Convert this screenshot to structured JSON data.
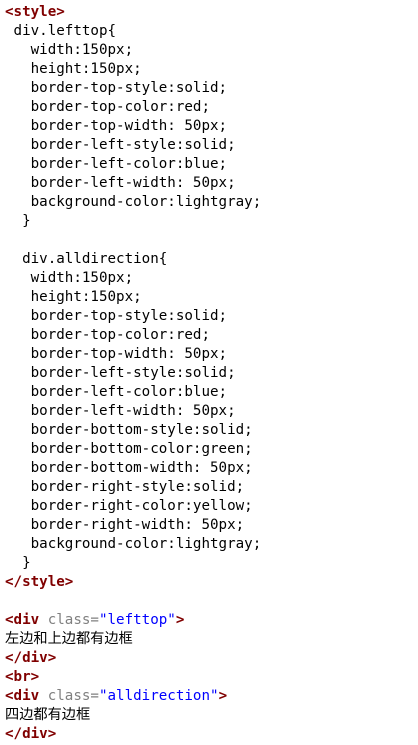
{
  "code": {
    "lines": [
      {
        "parts": [
          {
            "t": "<style>",
            "c": "tag"
          }
        ]
      },
      {
        "parts": [
          {
            "t": " div.lefttop{",
            "c": "txt"
          }
        ]
      },
      {
        "parts": [
          {
            "t": "   width:150px;",
            "c": "txt"
          }
        ]
      },
      {
        "parts": [
          {
            "t": "   height:150px;",
            "c": "txt"
          }
        ]
      },
      {
        "parts": [
          {
            "t": "   border-top-style:solid;",
            "c": "txt"
          }
        ]
      },
      {
        "parts": [
          {
            "t": "   border-top-color:red;",
            "c": "txt"
          }
        ]
      },
      {
        "parts": [
          {
            "t": "   border-top-width: 50px;",
            "c": "txt"
          }
        ]
      },
      {
        "parts": [
          {
            "t": "   border-left-style:solid;",
            "c": "txt"
          }
        ]
      },
      {
        "parts": [
          {
            "t": "   border-left-color:blue;",
            "c": "txt"
          }
        ]
      },
      {
        "parts": [
          {
            "t": "   border-left-width: 50px;",
            "c": "txt"
          }
        ]
      },
      {
        "parts": [
          {
            "t": "   background-color:lightgray;",
            "c": "txt"
          }
        ]
      },
      {
        "parts": [
          {
            "t": "  }",
            "c": "txt"
          }
        ]
      },
      {
        "parts": [
          {
            "t": "",
            "c": "txt"
          }
        ]
      },
      {
        "parts": [
          {
            "t": "  div.alldirection{",
            "c": "txt"
          }
        ]
      },
      {
        "parts": [
          {
            "t": "   width:150px;",
            "c": "txt"
          }
        ]
      },
      {
        "parts": [
          {
            "t": "   height:150px;",
            "c": "txt"
          }
        ]
      },
      {
        "parts": [
          {
            "t": "   border-top-style:solid;",
            "c": "txt"
          }
        ]
      },
      {
        "parts": [
          {
            "t": "   border-top-color:red;",
            "c": "txt"
          }
        ]
      },
      {
        "parts": [
          {
            "t": "   border-top-width: 50px;",
            "c": "txt"
          }
        ]
      },
      {
        "parts": [
          {
            "t": "   border-left-style:solid;",
            "c": "txt"
          }
        ]
      },
      {
        "parts": [
          {
            "t": "   border-left-color:blue;",
            "c": "txt"
          }
        ]
      },
      {
        "parts": [
          {
            "t": "   border-left-width: 50px;",
            "c": "txt"
          }
        ]
      },
      {
        "parts": [
          {
            "t": "   border-bottom-style:solid;",
            "c": "txt"
          }
        ]
      },
      {
        "parts": [
          {
            "t": "   border-bottom-color:green;",
            "c": "txt"
          }
        ]
      },
      {
        "parts": [
          {
            "t": "   border-bottom-width: 50px;",
            "c": "txt"
          }
        ]
      },
      {
        "parts": [
          {
            "t": "   border-right-style:solid;",
            "c": "txt"
          }
        ]
      },
      {
        "parts": [
          {
            "t": "   border-right-color:yellow;",
            "c": "txt"
          }
        ]
      },
      {
        "parts": [
          {
            "t": "   border-right-width: 50px;",
            "c": "txt"
          }
        ]
      },
      {
        "parts": [
          {
            "t": "   background-color:lightgray;",
            "c": "txt"
          }
        ]
      },
      {
        "parts": [
          {
            "t": "  }",
            "c": "txt"
          }
        ]
      },
      {
        "parts": [
          {
            "t": "</style>",
            "c": "tag"
          }
        ]
      },
      {
        "parts": [
          {
            "t": "",
            "c": "txt"
          }
        ]
      },
      {
        "parts": [
          {
            "t": "<div ",
            "c": "tag"
          },
          {
            "t": "class=",
            "c": "attr"
          },
          {
            "t": "\"lefttop\"",
            "c": "val"
          },
          {
            "t": ">",
            "c": "tag"
          }
        ]
      },
      {
        "parts": [
          {
            "t": "左边和上边都有边框",
            "c": "txt cjk"
          }
        ]
      },
      {
        "parts": [
          {
            "t": "</div>",
            "c": "tag"
          }
        ]
      },
      {
        "parts": [
          {
            "t": "<br>",
            "c": "tag"
          }
        ]
      },
      {
        "parts": [
          {
            "t": "<div ",
            "c": "tag"
          },
          {
            "t": "class=",
            "c": "attr"
          },
          {
            "t": "\"alldirection\"",
            "c": "val"
          },
          {
            "t": ">",
            "c": "tag"
          }
        ]
      },
      {
        "parts": [
          {
            "t": "四边都有边框",
            "c": "txt cjk"
          }
        ]
      },
      {
        "parts": [
          {
            "t": "</div>",
            "c": "tag"
          }
        ]
      }
    ]
  }
}
